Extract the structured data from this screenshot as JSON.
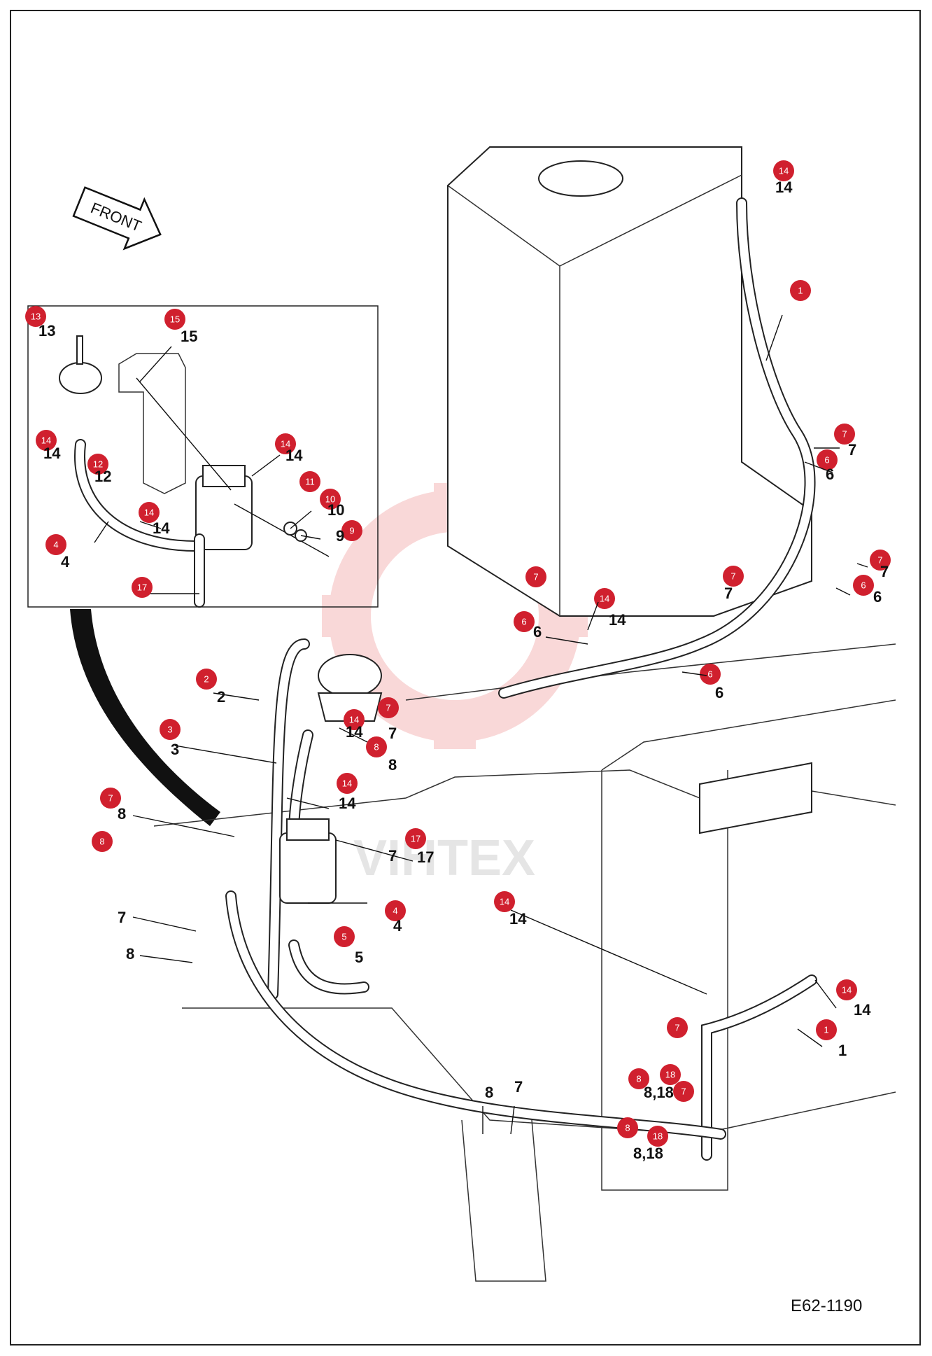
{
  "drawing_code": "E62-1190",
  "front_arrow_text": "FRONT",
  "watermark_text": "VIHTEX",
  "callouts": [
    {
      "text": "14"
    },
    {
      "text": "1"
    },
    {
      "text": "7"
    },
    {
      "text": "6"
    },
    {
      "text": "7"
    },
    {
      "text": "6"
    },
    {
      "text": "7"
    },
    {
      "text": "7"
    },
    {
      "text": "14"
    },
    {
      "text": "6"
    },
    {
      "text": "6"
    },
    {
      "text": "2"
    },
    {
      "text": "3"
    },
    {
      "text": "14"
    },
    {
      "text": "7"
    },
    {
      "text": "8"
    },
    {
      "text": "14"
    },
    {
      "text": "7"
    },
    {
      "text": "8"
    },
    {
      "text": "17"
    },
    {
      "text": "4"
    },
    {
      "text": "5"
    },
    {
      "text": "14"
    },
    {
      "text": "14"
    },
    {
      "text": "1"
    },
    {
      "text": "7"
    },
    {
      "text": "8"
    },
    {
      "text": "18"
    },
    {
      "text": "7"
    },
    {
      "text": "8"
    },
    {
      "text": "18"
    },
    {
      "text": "13"
    },
    {
      "text": "15"
    },
    {
      "text": "14"
    },
    {
      "text": "14"
    },
    {
      "text": "12"
    },
    {
      "text": "14"
    },
    {
      "text": "11"
    },
    {
      "text": "10"
    },
    {
      "text": "9"
    },
    {
      "text": "4"
    },
    {
      "text": "17"
    }
  ],
  "labels": [
    {
      "text": "14"
    },
    {
      "text": "7"
    },
    {
      "text": "6"
    },
    {
      "text": "7"
    },
    {
      "text": "6"
    },
    {
      "text": "7"
    },
    {
      "text": "14"
    },
    {
      "text": "6"
    },
    {
      "text": "6"
    },
    {
      "text": "2"
    },
    {
      "text": "3"
    },
    {
      "text": "14"
    },
    {
      "text": "7"
    },
    {
      "text": "8"
    },
    {
      "text": "14"
    },
    {
      "text": "7"
    },
    {
      "text": "8"
    },
    {
      "text": "17"
    },
    {
      "text": "4"
    },
    {
      "text": "5"
    },
    {
      "text": "7"
    },
    {
      "text": "8"
    },
    {
      "text": "14"
    },
    {
      "text": "14"
    },
    {
      "text": "1"
    },
    {
      "text": "8,18"
    },
    {
      "text": "8,18"
    },
    {
      "text": "8"
    },
    {
      "text": "7"
    },
    {
      "text": "13"
    },
    {
      "text": "15"
    },
    {
      "text": "14"
    },
    {
      "text": "14"
    },
    {
      "text": "12"
    },
    {
      "text": "14"
    },
    {
      "text": "10"
    },
    {
      "text": "9"
    },
    {
      "text": "4"
    }
  ]
}
